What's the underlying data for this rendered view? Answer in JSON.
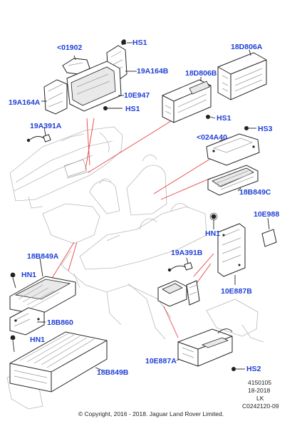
{
  "callouts": {
    "c01902": "<01902",
    "hs1_top": "HS1",
    "r18D806A": "18D806A",
    "r19A164B": "19A164B",
    "r18D806B": "18D806B",
    "r19A164A": "19A164A",
    "r10E947": "10E947",
    "hs1_mid": "HS1",
    "hs1_right": "HS1",
    "hs3": "HS3",
    "r19A391A": "19A391A",
    "c024A40": "<024A40",
    "r18B849C": "18B849C",
    "r10E988": "10E988",
    "hn1_right": "HN1",
    "r18B849A": "18B849A",
    "r19A391B": "19A391B",
    "hn1_left": "HN1",
    "r10E887B": "10E887B",
    "r18B860": "18B860",
    "hn1_bottom": "HN1",
    "r18B849B": "18B849B",
    "r10E887A": "10E887A",
    "hs2": "HS2"
  },
  "meta": {
    "line1": "4150105",
    "line2": "18-2018",
    "line3": "LK",
    "line4": "C0242120-09"
  },
  "copyright": "© Copyright, 2016 - 2018. Jaguar Land Rover Limited."
}
